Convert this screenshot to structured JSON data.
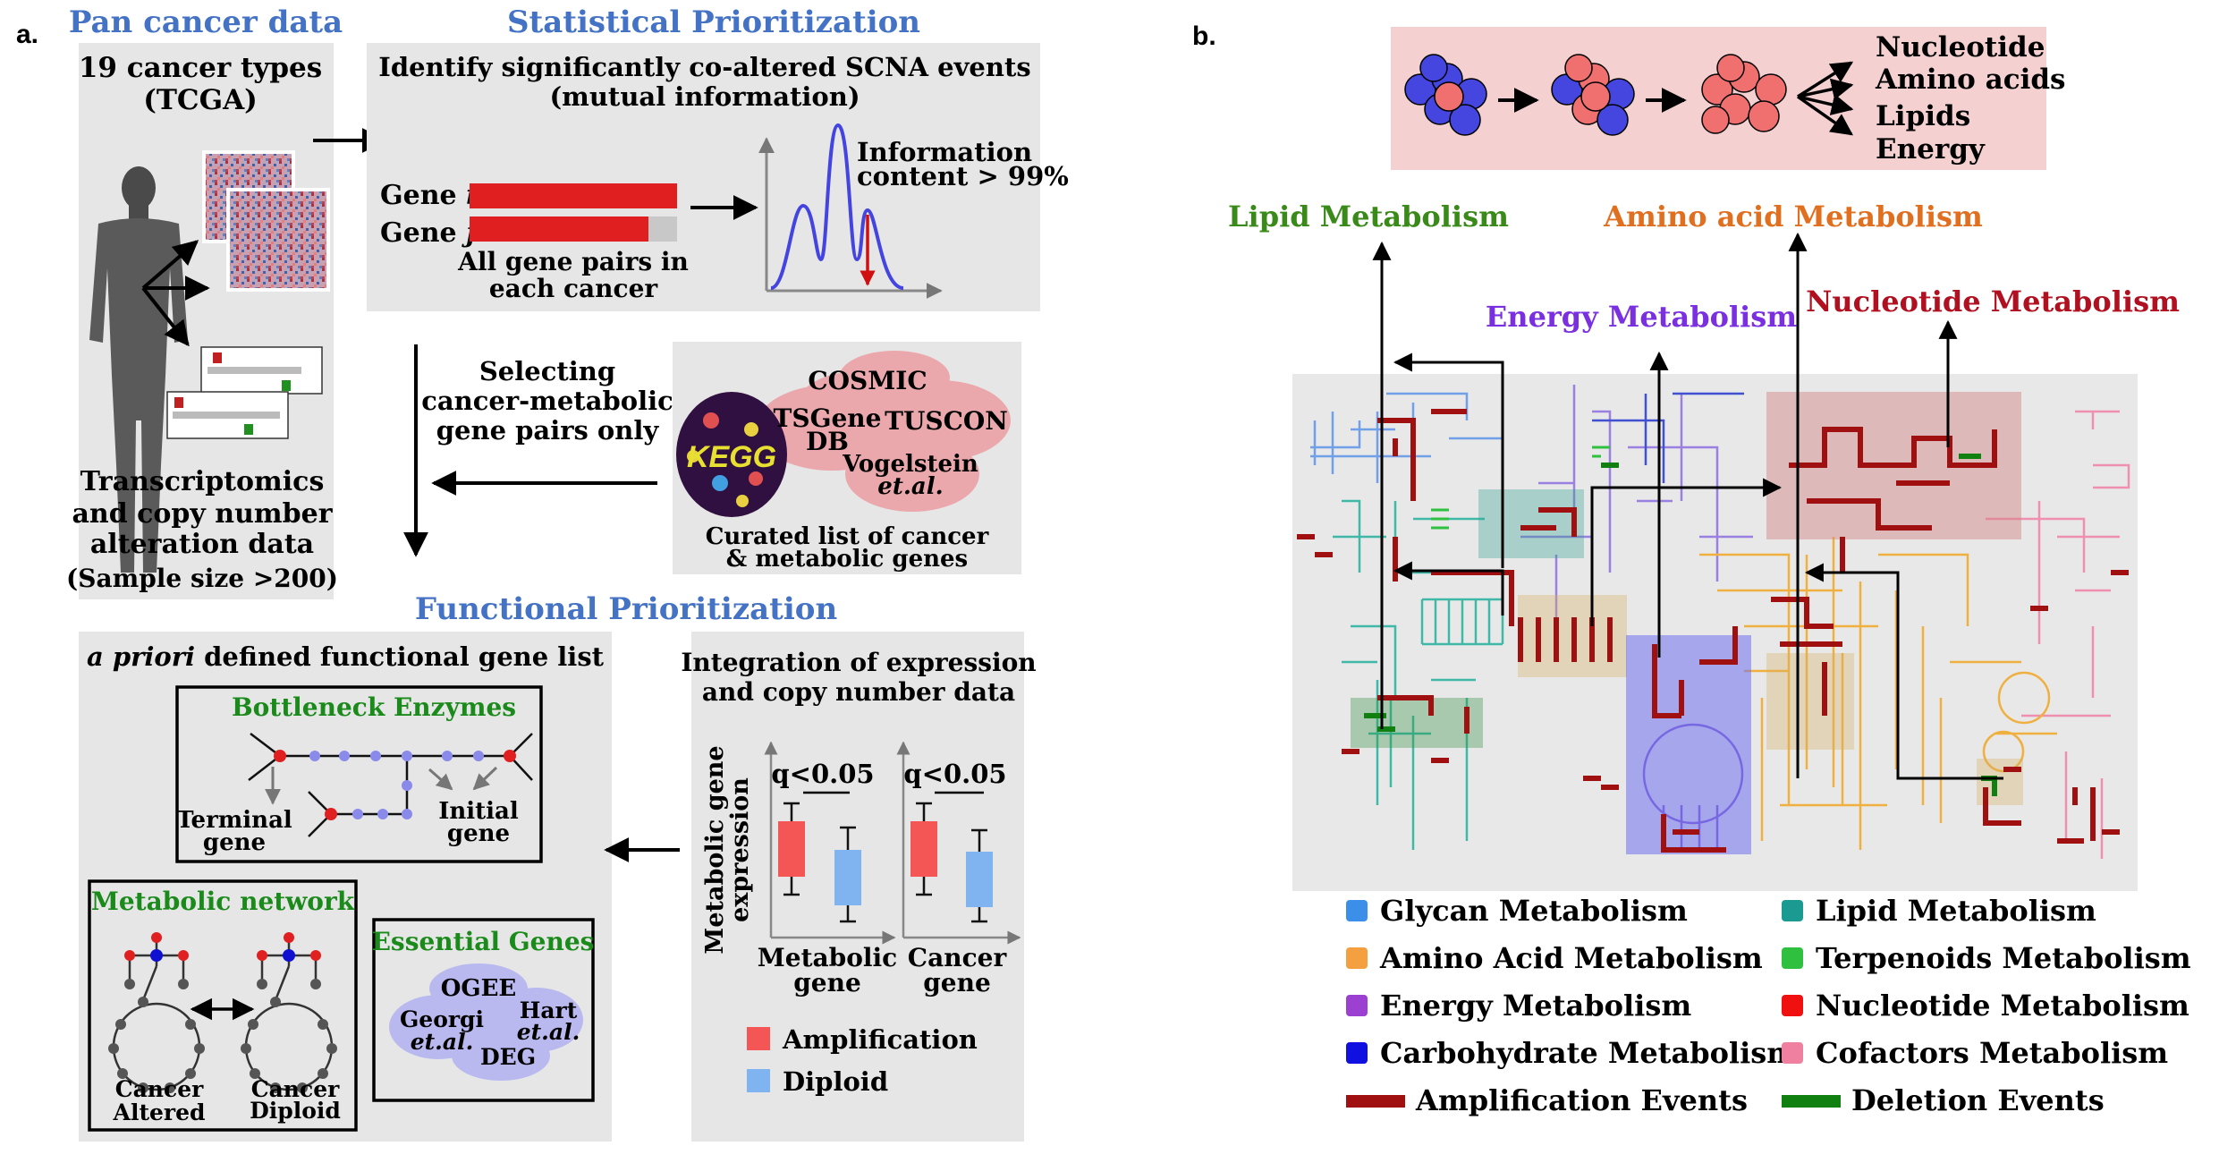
{
  "panel_a": {
    "label": "a.",
    "pan_cancer": {
      "title": "Pan cancer data",
      "line1": "19 cancer types",
      "line2": "(TCGA)",
      "desc1": "Transcriptomics",
      "desc2": "and copy number",
      "desc3": "alteration data",
      "sample": "(Sample size >200)"
    },
    "statistical": {
      "title": "Statistical Prioritization",
      "line1": "Identify significantly co-altered SCNA events",
      "line2": "(mutual information)",
      "gene_i": "Gene",
      "gene_i_var": "i",
      "gene_j": "Gene",
      "gene_j_var": "j",
      "pairs1": "All gene pairs in",
      "pairs2": "each cancer",
      "info1": "Information",
      "info2": "content > 99%"
    },
    "selecting": {
      "line1": "Selecting",
      "line2": "cancer-metabolic",
      "line3": "gene pairs only"
    },
    "curated": {
      "cosmic": "COSMIC",
      "tsgene1": "TSGene",
      "tsgene2": "DB",
      "tuscon": "TUSCON",
      "vogelstein1": "Vogelstein",
      "vogelstein2": "et.al.",
      "kegg": "KEGG",
      "caption1": "Curated list of cancer",
      "caption2": "& metabolic genes"
    },
    "functional": {
      "title": "Functional Prioritization",
      "apriori_italic": "a priori",
      "apriori_rest": " defined functional gene list",
      "bottleneck": "Bottleneck Enzymes",
      "terminal1": "Terminal",
      "terminal2": "gene",
      "initial1": "Initial",
      "initial2": "gene",
      "metabolic_network": "Metabolic network",
      "cancer_altered1": "Cancer",
      "cancer_altered2": "Altered",
      "cancer_diploid1": "Cancer",
      "cancer_diploid2": "Diploid",
      "essential": "Essential Genes",
      "ogee": "OGEE",
      "georgi1": "Georgi",
      "georgi2": "et.al.",
      "hart1": "Hart",
      "hart2": "et.al.",
      "deg": "DEG"
    },
    "integration": {
      "line1": "Integration of expression",
      "line2": "and copy number data",
      "ylabel1": "Metabolic gene",
      "ylabel2": "expression",
      "q1": "q<0.05",
      "q2": "q<0.05",
      "x1a": "Metabolic",
      "x1b": "gene",
      "x2a": "Cancer",
      "x2b": "gene",
      "amplification": "Amplification",
      "diploid": "Diploid"
    }
  },
  "panel_b": {
    "label": "b.",
    "outputs": [
      "Nucleotide",
      "Amino acids",
      "Lipids",
      "Energy"
    ],
    "lipid_title": "Lipid Metabolism",
    "amino_title": "Amino acid Metabolism",
    "energy_title": "Energy Metabolism",
    "nucleotide_title": "Nucleotide Metabolism",
    "legend": [
      {
        "label": "Glycan Metabolism",
        "color": "#3b8fe8"
      },
      {
        "label": "Amino Acid Metabolism",
        "color": "#f5a040"
      },
      {
        "label": "Energy Metabolism",
        "color": "#9b40d0"
      },
      {
        "label": "Carbohydrate Metabolism",
        "color": "#1010e0"
      },
      {
        "label": "Amplification Events",
        "color": "#a01010"
      },
      {
        "label": "Lipid Metabolism",
        "color": "#1a9a90"
      },
      {
        "label": "Terpenoids Metabolism",
        "color": "#30c040"
      },
      {
        "label": "Nucleotide Metabolism",
        "color": "#f01010"
      },
      {
        "label": "Cofactors Metabolism",
        "color": "#f080a0"
      },
      {
        "label": "Deletion Events",
        "color": "#108010"
      }
    ]
  },
  "colors": {
    "heading_blue": "#4472c4",
    "green_heading": "#1a8a1a",
    "lipid_green": "#3a8a1a",
    "amino_orange": "#e07020",
    "energy_purple": "#7a30e0",
    "nucleotide_red": "#b01020",
    "panel_gray": "#e6e6e6",
    "amp_red": "#f45555",
    "dip_blue": "#80b4f0"
  }
}
